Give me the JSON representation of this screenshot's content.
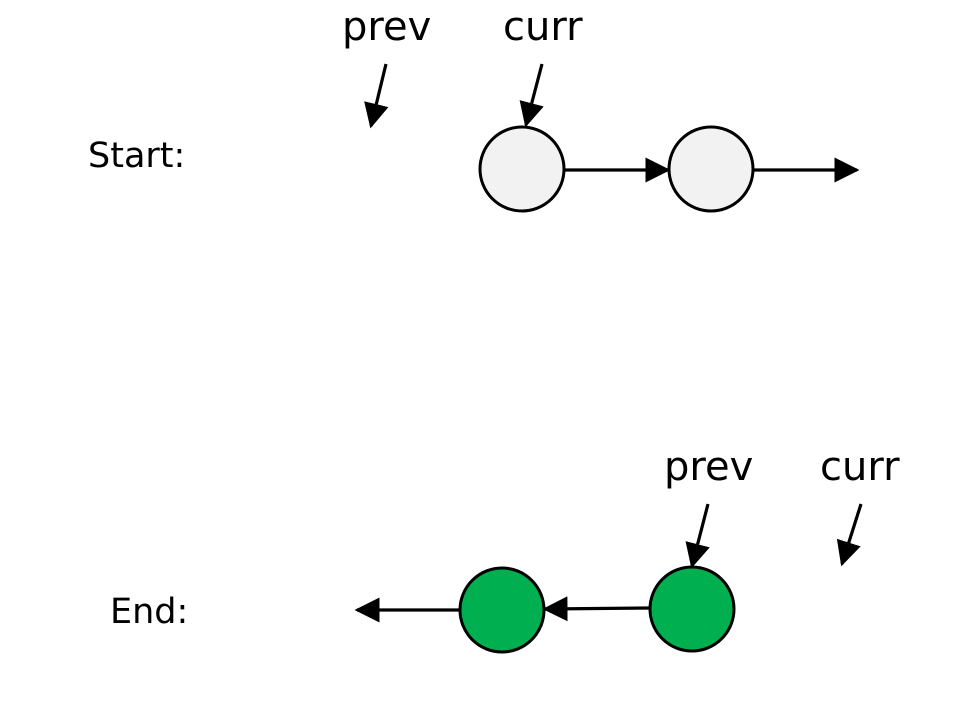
{
  "start": {
    "label": "Start:",
    "prev_label": "prev",
    "curr_label": "curr",
    "node_fill": "#f2f2f2"
  },
  "end": {
    "label": "End:",
    "prev_label": "prev",
    "curr_label": "curr",
    "node_fill": "#00b050"
  },
  "colors": {
    "stroke": "#000000",
    "background": "#ffffff"
  }
}
